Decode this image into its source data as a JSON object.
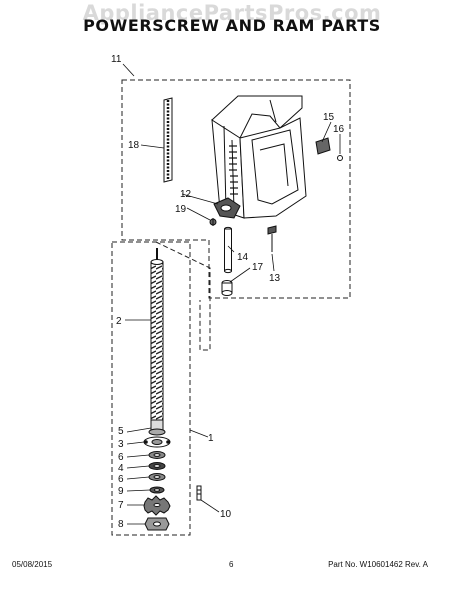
{
  "watermark": "AppliancePartsPros.com",
  "title": "POWERSCREW AND RAM PARTS",
  "callouts": {
    "c1": "1",
    "c2": "2",
    "c3": "3",
    "c4": "4",
    "c5": "5",
    "c6a": "6",
    "c6b": "6",
    "c7": "7",
    "c8": "8",
    "c9": "9",
    "c10": "10",
    "c11": "11",
    "c12": "12",
    "c13": "13",
    "c14": "14",
    "c15": "15",
    "c16": "16",
    "c17": "17",
    "c18": "18",
    "c19": "19"
  },
  "footer": {
    "date": "05/08/2015",
    "page": "6",
    "part_no": "Part No. W10601462  Rev. A"
  }
}
